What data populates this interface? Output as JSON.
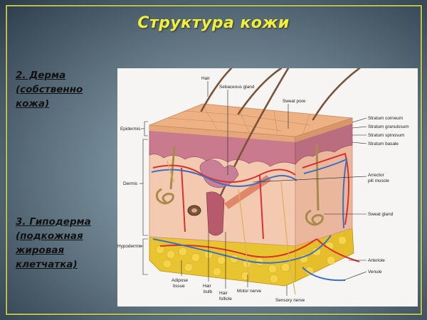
{
  "slide": {
    "title": "Структура кожи",
    "captions": [
      {
        "id": "dermis",
        "lines": [
          "2. Дерма",
          "(собственно",
          "кожа)"
        ]
      },
      {
        "id": "hypodermis",
        "lines": [
          "3. Гиподерма",
          "(подкожная",
          "жировая",
          "клетчатка)"
        ]
      }
    ],
    "colors": {
      "title": "#f2ee3a",
      "frame_line": "#b9c34a",
      "background_center": "#93a9b6",
      "background_edge": "#2c3b4a"
    }
  },
  "figure": {
    "left_labels": {
      "epidermis": "Epidermis",
      "dermis": "Dermis",
      "hypodermis": "Hypodermis"
    },
    "top_labels": {
      "hair": "Hair",
      "sebaceous_gland": "Sebaceous gland",
      "sweat_pore": "Sweat pore"
    },
    "right_labels": {
      "stratum_corneum": "Stratum corneum",
      "stratum_granulosum": "Stratum granulosum",
      "stratum_spinosum": "Stratum spinosum",
      "stratum_basale": "Stratum basale",
      "arrector_1": "Arrector",
      "arrector_2": "pili muscle",
      "sweat_gland": "Sweat gland",
      "arteriole": "Arteriole",
      "venule": "Venule"
    },
    "bottom_labels": {
      "adipose_1": "Adipose",
      "adipose_2": "tissue",
      "hair_bulb_1": "Hair",
      "hair_bulb_2": "bulb",
      "hair_follicle_1": "Hair",
      "hair_follicle_2": "follicle",
      "motor_nerve": "Motor nerve",
      "sensory_nerve": "Sensory nerve"
    }
  }
}
